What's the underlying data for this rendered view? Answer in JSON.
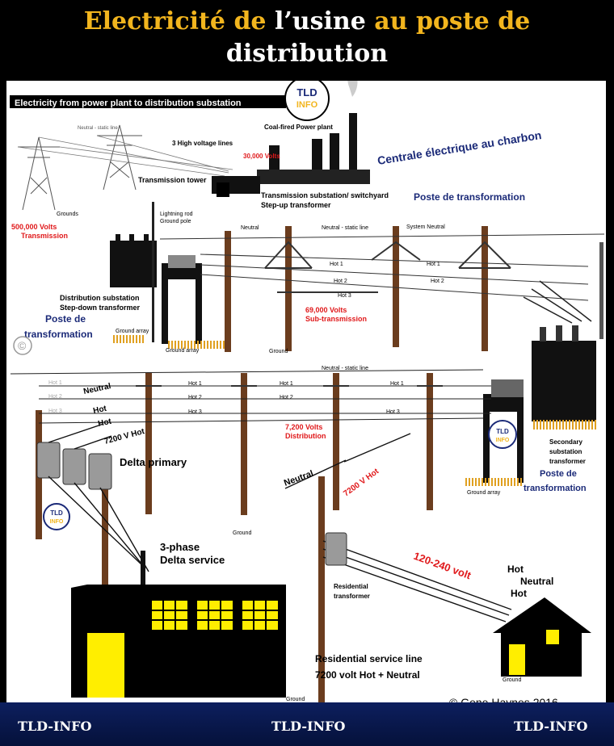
{
  "header": {
    "part1": "Electricité de ",
    "part2": "l’usine ",
    "part3": "au poste de",
    "line2": "distribution"
  },
  "labels": {
    "banner": "Electricity from power plant to distribution substation",
    "logo_top": "TLD",
    "logo_bottom": "INFO",
    "neutral_static_top": "Neutral - static line",
    "coal_plant": "Coal-fired Power plant",
    "hv_lines": "3 High voltage lines",
    "v30k": "30,000 Volts",
    "centrale": "Centrale électrique au charbon",
    "trans_tower": "Transmission tower",
    "trans_sub": "Transmission substation/ switchyard",
    "stepup": "Step-up transformer",
    "poste1": "Poste de transformation",
    "grounds": "Grounds",
    "v500k": "500,000 Volts",
    "transmission": "Transmission",
    "lightning": "Lightning rod",
    "ground_pole": "Ground pole",
    "neutral": "Neutral",
    "neutral_static": "Neutral - static line",
    "system_neutral": "System Neutral",
    "hot1": "Hot 1",
    "hot2": "Hot 2",
    "hot3": "Hot 3",
    "dist_sub": "Distribution substation",
    "stepdown": "Step-down transformer",
    "poste2a": "Poste de",
    "poste2b": "transformation",
    "ground_array": "Ground array",
    "ground": "Ground",
    "v69k": "69,000 Volts",
    "subtrans": "Sub-transmission",
    "copyright_c": "©",
    "hot": "Hot",
    "v7200hot": "7200 V Hot",
    "v7200": "7,200 Volts",
    "distribution": "Distribution",
    "delta_primary": "Delta primary",
    "three_phase": "3-phase",
    "delta_service": "Delta service",
    "secondary1": "Secondary",
    "secondary2": "substation",
    "secondary3": "transformer",
    "poste3a": "Poste de",
    "poste3b": "transformation",
    "residential_tx1": "Residential",
    "residential_tx2": "transformer",
    "v120_240": "120-240 volt",
    "house_hot": "Hot",
    "house_neutral": "Neutral",
    "house_hot2": "Hot",
    "service_line1": "Residential service line",
    "service_line2": "7200 volt Hot + Neutral",
    "copyright": "© Gene Haynes 2016"
  },
  "footer": {
    "left": "TLD-INFO",
    "center": "TLD-INFO",
    "right": "TLD-INFO"
  },
  "colors": {
    "red": "#e0191b",
    "navy": "#1b2a78",
    "gold": "#f2b51e",
    "yellow": "#ffee00",
    "pole": "#6b3d1e"
  }
}
